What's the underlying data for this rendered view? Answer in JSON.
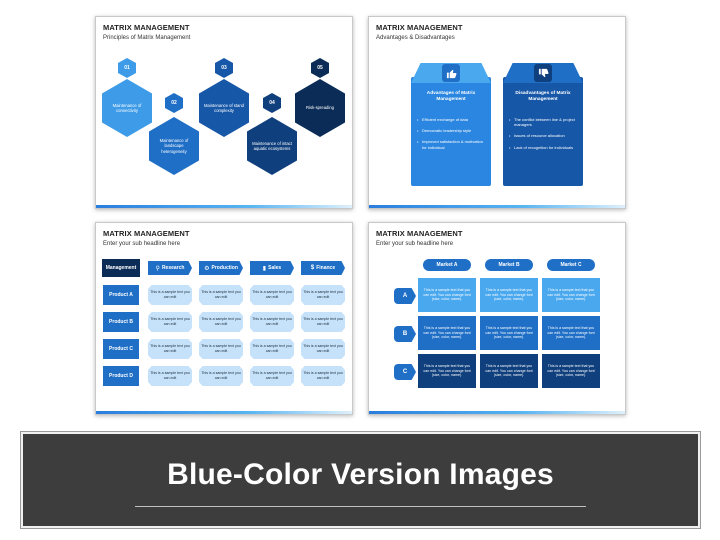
{
  "slides": [
    {
      "title": "MATRIX MANAGEMENT",
      "subtitle": "Principles of Matrix Management",
      "principles": [
        {
          "num": "01",
          "text": "Maintenance of connectivity"
        },
        {
          "num": "02",
          "text": "Maintenance of landscape heterogeneity"
        },
        {
          "num": "03",
          "text": "Maintenance of stand complexity"
        },
        {
          "num": "04",
          "text": "Maintenance of intact aquatic ecosystems"
        },
        {
          "num": "05",
          "text": "Risk-spreading"
        }
      ]
    },
    {
      "title": "MATRIX MANAGEMENT",
      "subtitle": "Advantages & Disadvantages",
      "advantages": {
        "icon": "thumbs-up-icon",
        "heading": "Advantages of Matrix Management",
        "items": [
          "Efficient exchange of data",
          "Democratic leadership style",
          "Improved satisfaction & motivation for individual"
        ]
      },
      "disadvantages": {
        "icon": "thumbs-down-icon",
        "heading": "Disadvantages of Matrix Management",
        "items": [
          "The conflict between line & project managers",
          "Issues of resource allocation",
          "Lack of recognition for individuals"
        ]
      }
    },
    {
      "title": "MATRIX MANAGEMENT",
      "subtitle": "Enter your sub headline here",
      "corner": "Management",
      "columns": [
        "Research",
        "Production",
        "Sales",
        "Finance"
      ],
      "rows": [
        "Product A",
        "Product B",
        "Product C",
        "Product D"
      ],
      "cell_text": "This is a sample text you can edit"
    },
    {
      "title": "MATRIX MANAGEMENT",
      "subtitle": "Enter your sub headline here",
      "columns": [
        "Market A",
        "Market B",
        "Market C"
      ],
      "rows": [
        "A",
        "B",
        "C"
      ],
      "cell_text": "This is a sample text that you can edit. You can change font (size, color, name)."
    }
  ],
  "banner": {
    "title": "Blue-Color Version Images"
  },
  "colors": {
    "accent": "#1f6fc7",
    "light": "#4aa8ee",
    "dark": "#0b2c57",
    "banner_bg": "#3d3d3d"
  }
}
